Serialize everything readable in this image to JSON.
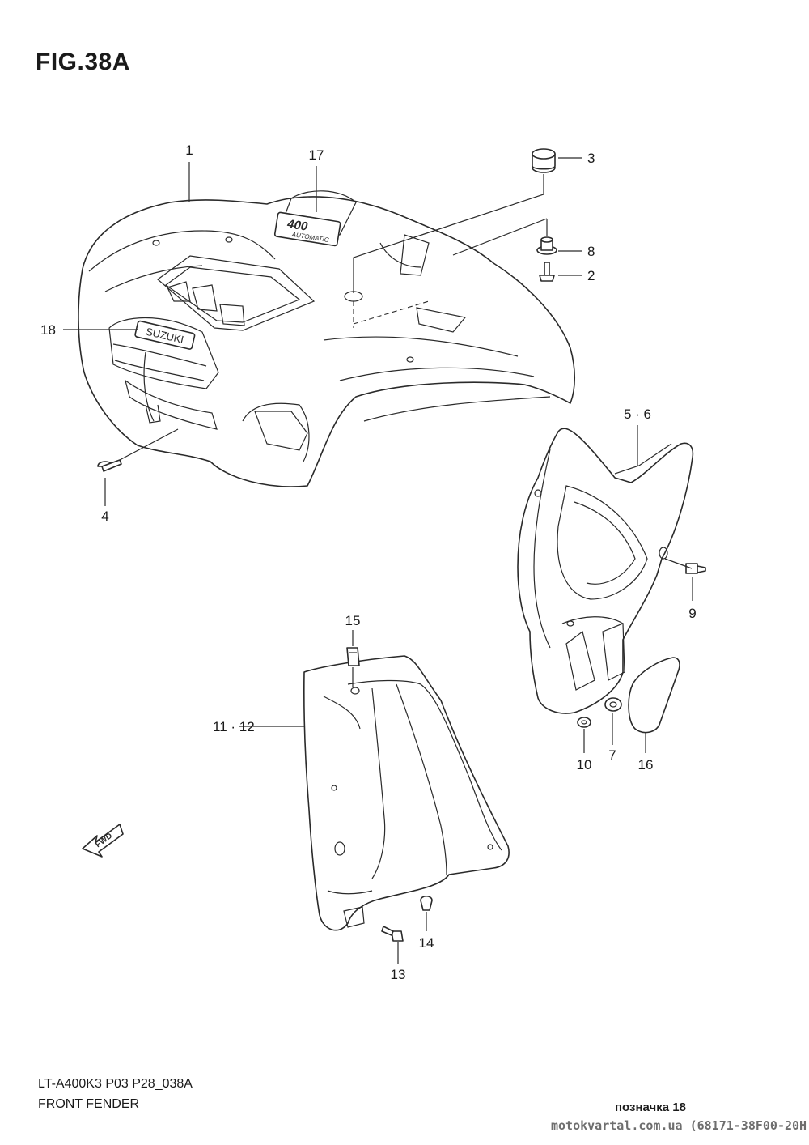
{
  "figure": {
    "title": "FIG.38A"
  },
  "emblems": {
    "fender_badge": "400",
    "fender_badge_sub": "AUTOMATIC",
    "grille_badge": "SUZUKI"
  },
  "fwd_label": "FWD",
  "callouts": {
    "c1": "1",
    "c2": "2",
    "c3": "3",
    "c4": "4",
    "c5_6": "5 · 6",
    "c7": "7",
    "c8": "8",
    "c9": "9",
    "c10": "10",
    "c11_12": "11 · 12",
    "c13": "13",
    "c14": "14",
    "c15": "15",
    "c16": "16",
    "c17": "17",
    "c18": "18"
  },
  "footer": {
    "model": "LT-A400K3 P03 P28_038A",
    "name": "FRONT FENDER",
    "mark": "позначка 18",
    "site": "motokvartal.com.ua (68171-38F00-20H"
  }
}
